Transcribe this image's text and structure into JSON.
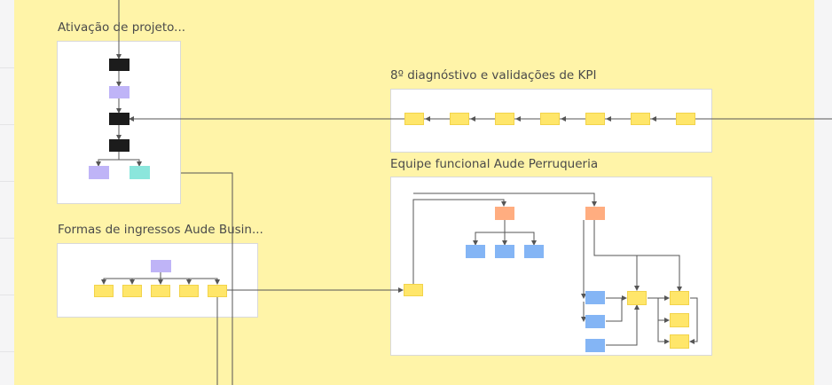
{
  "frames": [
    {
      "id": "ativacao",
      "title": "Ativação de projeto..."
    },
    {
      "id": "kpi",
      "title": "8º diagnóstivo e validações de KPI"
    },
    {
      "id": "equipe",
      "title": "Equipe funcional Aude Perruqueria"
    },
    {
      "id": "ingressos",
      "title": "Formas de ingressos Aude Busin..."
    }
  ],
  "colors": {
    "board_background": "#f5f5f6",
    "section_background": "#fff4a8",
    "frame_background": "#ffffff",
    "connector": "#555555",
    "node_black": "#1c1c1c",
    "node_purple": "#bfb4f7",
    "node_cyan": "#8be6dc",
    "node_yellow": "#ffe66a",
    "node_orange": "#ffad80",
    "node_blue": "#84b5f5"
  }
}
